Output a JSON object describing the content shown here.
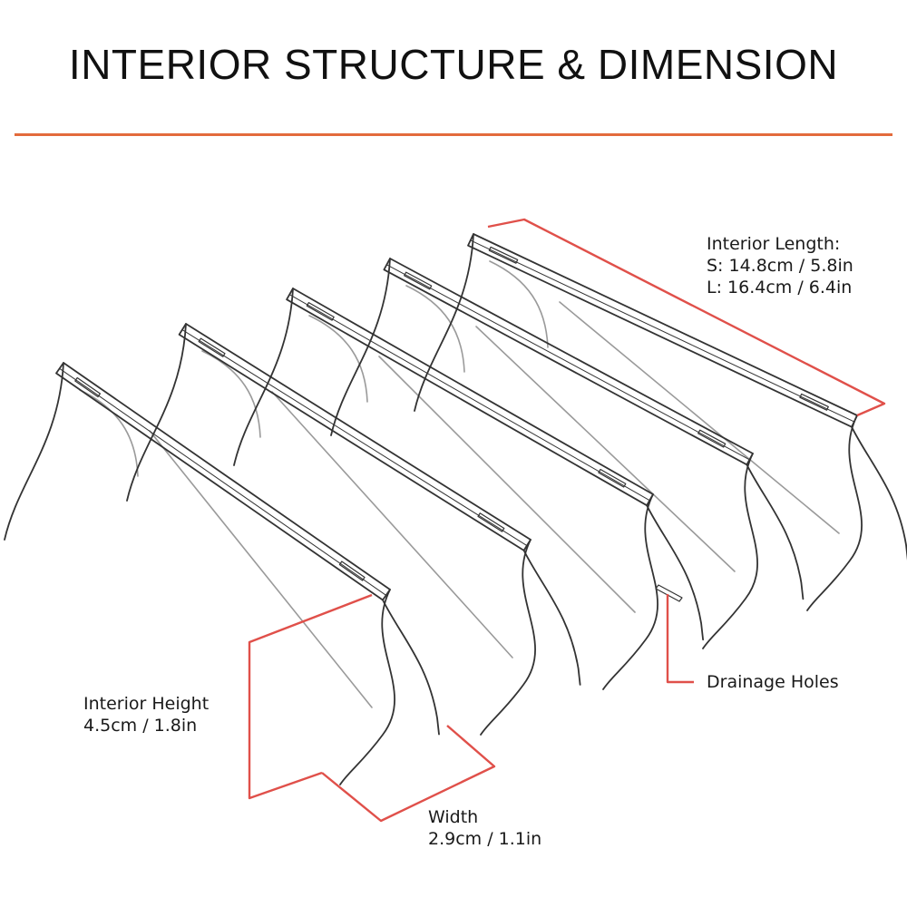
{
  "title": "INTERIOR STRUCTURE & DIMENSION",
  "colors": {
    "accent": "#e36b3c",
    "dimension_line": "#e0504a",
    "outline": "#333333",
    "hidden_line": "#9a9a9a"
  },
  "labels": {
    "interior_length": {
      "heading": "Interior Length:",
      "small": "S: 14.8cm / 5.8in",
      "large": "L: 16.4cm / 6.4in"
    },
    "drainage_holes": "Drainage Holes",
    "interior_height": {
      "heading": "Interior Height",
      "value": "4.5cm / 1.8in"
    },
    "width": {
      "heading": "Width",
      "value": "2.9cm / 1.1in"
    }
  }
}
